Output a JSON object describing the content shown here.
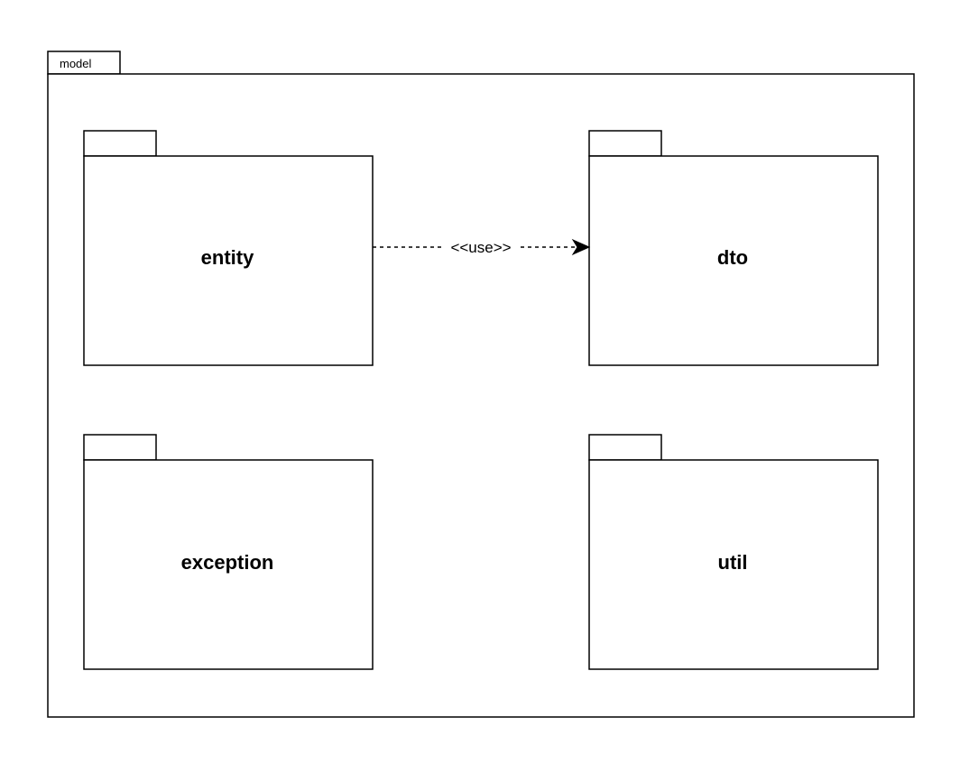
{
  "outer_package": {
    "name": "model"
  },
  "packages": [
    {
      "name": "entity"
    },
    {
      "name": "dto"
    },
    {
      "name": "exception"
    },
    {
      "name": "util"
    }
  ],
  "relations": [
    {
      "from": "entity",
      "to": "dto",
      "stereotype": "<<use>>",
      "style": "dashed"
    }
  ],
  "colors": {
    "stroke": "#000000",
    "fill": "#ffffff",
    "text": "#000000"
  }
}
